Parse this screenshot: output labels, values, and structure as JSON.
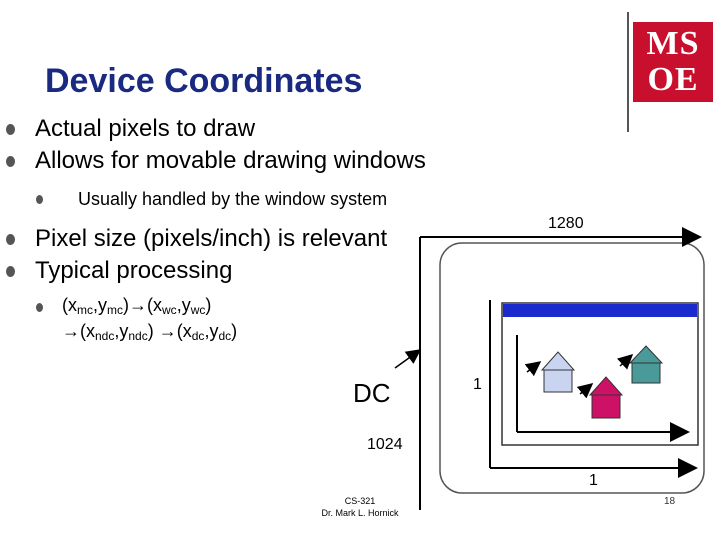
{
  "slide": {
    "title": "Device Coordinates",
    "bullets": [
      "Actual pixels to draw",
      "Allows for movable drawing windows",
      "Pixel size (pixels/inch) is relevant",
      "Typical processing"
    ],
    "sub_bullet": "Usually handled by the window system",
    "processing": {
      "line1": {
        "a_base": "(x",
        "a_sub1": "mc",
        "a_mid": ",y",
        "a_sub2": "mc",
        "a_end": ")",
        "b_base": "(x",
        "b_sub1": "wc",
        "b_mid": ",y",
        "b_sub2": "wc",
        "b_end": ")"
      },
      "line2": {
        "a_base": "(x",
        "a_sub1": "ndc",
        "a_mid": ",y",
        "a_sub2": "ndc",
        "a_end": ")",
        "b_base": "(x",
        "b_sub1": "dc",
        "b_mid": ",y",
        "b_sub2": "dc",
        "b_end": ")"
      },
      "arrow": "→"
    }
  },
  "diagram": {
    "width_label": "1280",
    "height_label": "1024",
    "dc_label": "DC",
    "one_x": "1",
    "one_y": "1",
    "colors": {
      "window_bar": "#1a2acc",
      "house1": "#c8d4f0",
      "house2": "#cc1166",
      "house3": "#4a9a9a"
    }
  },
  "logo": {
    "line1": "MS",
    "line2": "OE"
  },
  "footer": {
    "line1": "CS-321",
    "line2": "Dr. Mark L. Hornick",
    "page": "18"
  }
}
